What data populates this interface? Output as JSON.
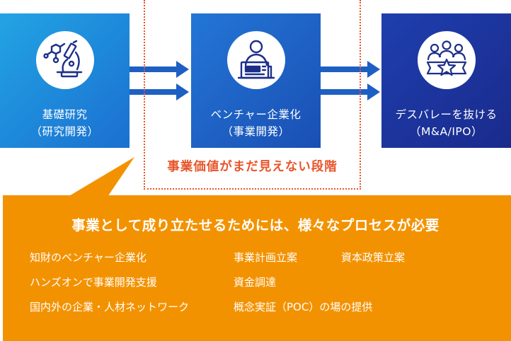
{
  "stages": [
    {
      "line1": "基礎研究",
      "line2": "（研究開発）",
      "icon": "microscope-icon"
    },
    {
      "line1": "ベンチャー企業化",
      "line2": "（事業開発）",
      "icon": "business-person-icon"
    },
    {
      "line1": "デスバレーを抜ける",
      "line2": "（M&A/IPO）",
      "icon": "team-star-icon"
    }
  ],
  "stage_caption": "事業価値がまだ見えない段階",
  "requirements": {
    "title": "事業として成り立たせるためには、様々なプロセスが必要",
    "items": [
      "知財のベンチャー企業化",
      "事業計画立案",
      "資本政策立案",
      "ハンズオンで事業開発支援",
      "資金調達",
      "国内外の企業・人材ネットワーク",
      "概念実証（POC）の場の提供"
    ]
  },
  "colors": {
    "accent_orange": "#f39200",
    "caption_red": "#e8552a",
    "arrow_blue": "#1e5fc4",
    "icon_navy": "#1d2f8a"
  }
}
